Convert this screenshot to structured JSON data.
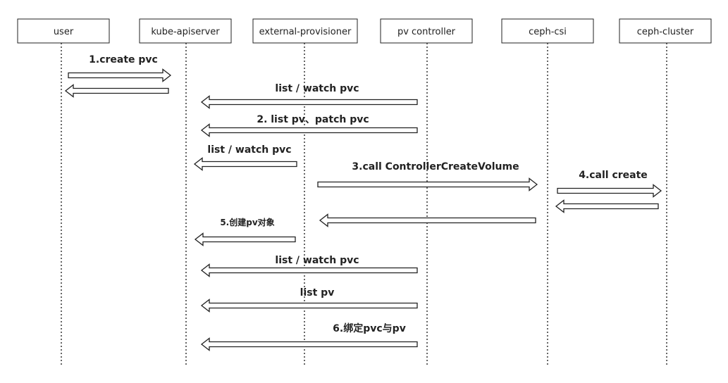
{
  "actors": [
    {
      "id": "user",
      "label": "user"
    },
    {
      "id": "apiserver",
      "label": "kube-apiserver"
    },
    {
      "id": "provisioner",
      "label": "external-provisioner"
    },
    {
      "id": "pvcontroller",
      "label": "pv controller"
    },
    {
      "id": "cephcsi",
      "label": "ceph-csi"
    },
    {
      "id": "cephcluster",
      "label": "ceph-cluster"
    }
  ],
  "messages": [
    {
      "label": "1.create pvc",
      "from": "user",
      "to": "apiserver"
    },
    {
      "label": "",
      "from": "apiserver",
      "to": "user"
    },
    {
      "label": "list / watch pvc",
      "from": "pvcontroller",
      "to": "apiserver"
    },
    {
      "label": "2. list pv、patch pvc",
      "from": "pvcontroller",
      "to": "apiserver"
    },
    {
      "label": "list / watch pvc",
      "from": "provisioner",
      "to": "apiserver"
    },
    {
      "label": "3.call ControllerCreateVolume",
      "from": "provisioner",
      "to": "cephcsi"
    },
    {
      "label": "4.call create",
      "from": "cephcsi",
      "to": "cephcluster"
    },
    {
      "label": "",
      "from": "cephcluster",
      "to": "cephcsi"
    },
    {
      "label": "",
      "from": "cephcsi",
      "to": "provisioner"
    },
    {
      "label": "5.创建pv对象",
      "from": "provisioner",
      "to": "apiserver"
    },
    {
      "label": "list / watch pvc",
      "from": "pvcontroller",
      "to": "apiserver"
    },
    {
      "label": "list pv",
      "from": "pvcontroller",
      "to": "apiserver"
    },
    {
      "label": "6.绑定pvc与pv",
      "from": "pvcontroller",
      "to": "apiserver"
    }
  ]
}
